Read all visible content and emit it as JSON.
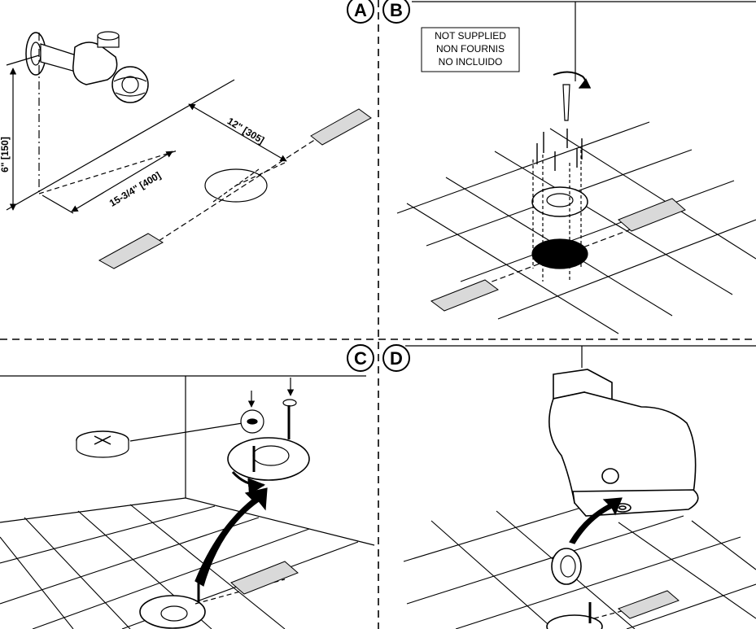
{
  "panels": {
    "a": {
      "badge": "A",
      "dim_height": "6\" [150]",
      "dim_offset": "12\" [305]",
      "dim_depth": "15-3/4\" [400]"
    },
    "b": {
      "badge": "B",
      "note_lines": [
        "NOT SUPPLIED",
        "NON FOURNIS",
        "NO INCLUIDO"
      ]
    },
    "c": {
      "badge": "C"
    },
    "d": {
      "badge": "D"
    }
  },
  "colors": {
    "ink": "#000000",
    "paper": "#ffffff",
    "tape": "#d9d9d9"
  }
}
